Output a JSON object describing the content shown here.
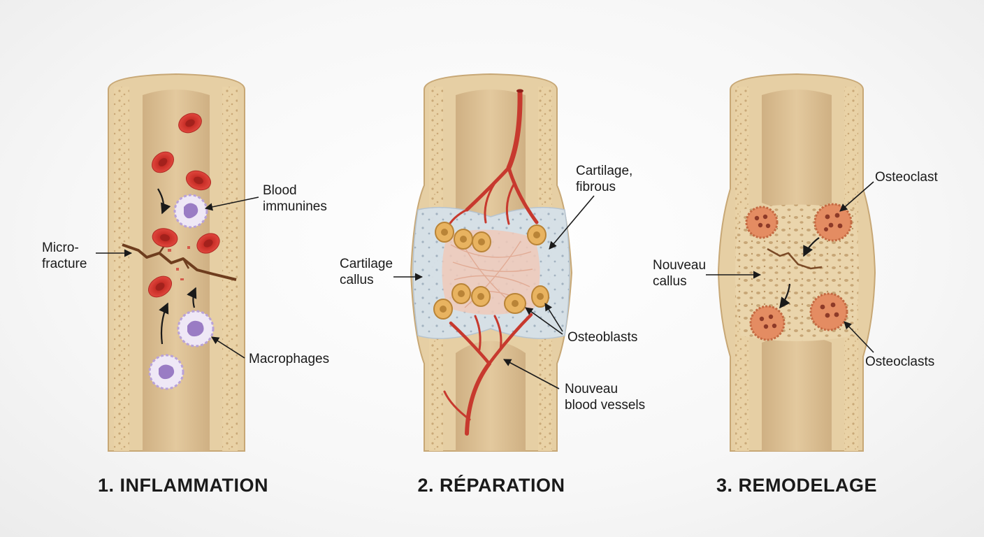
{
  "panels": [
    {
      "title": "1. INFLAMMATION",
      "labels": {
        "microfracture": [
          "Micro-",
          "fracture"
        ],
        "blood_immune": [
          "Blood",
          "immunines"
        ],
        "macrophages": [
          "Macrophages"
        ]
      }
    },
    {
      "title": "2. RÉPARATION",
      "labels": {
        "cartilage_fibrous": [
          "Cartilage,",
          "fibrous"
        ],
        "cartilage_callus": [
          "Cartilage",
          "callus"
        ],
        "osteoblasts": [
          "Osteoblasts"
        ],
        "new_vessels": [
          "Nouveau",
          "blood vessels"
        ]
      }
    },
    {
      "title": "3. REMODELAGE",
      "labels": {
        "osteoclast": [
          "Osteoclast"
        ],
        "new_callus": [
          "Nouveau",
          "callus"
        ],
        "osteoclasts": [
          "Osteoclasts"
        ]
      }
    }
  ],
  "colors": {
    "bone_outer": "#e6cfa4",
    "bone_marrow": "#d8bb8c",
    "blood_cell": "#d23a32",
    "immune_cell": "#b9a2d8",
    "cartilage": "#cfdbe6",
    "osteoblast": "#e8b360",
    "osteoclast": "#e48c62",
    "vessel": "#c7392e"
  }
}
